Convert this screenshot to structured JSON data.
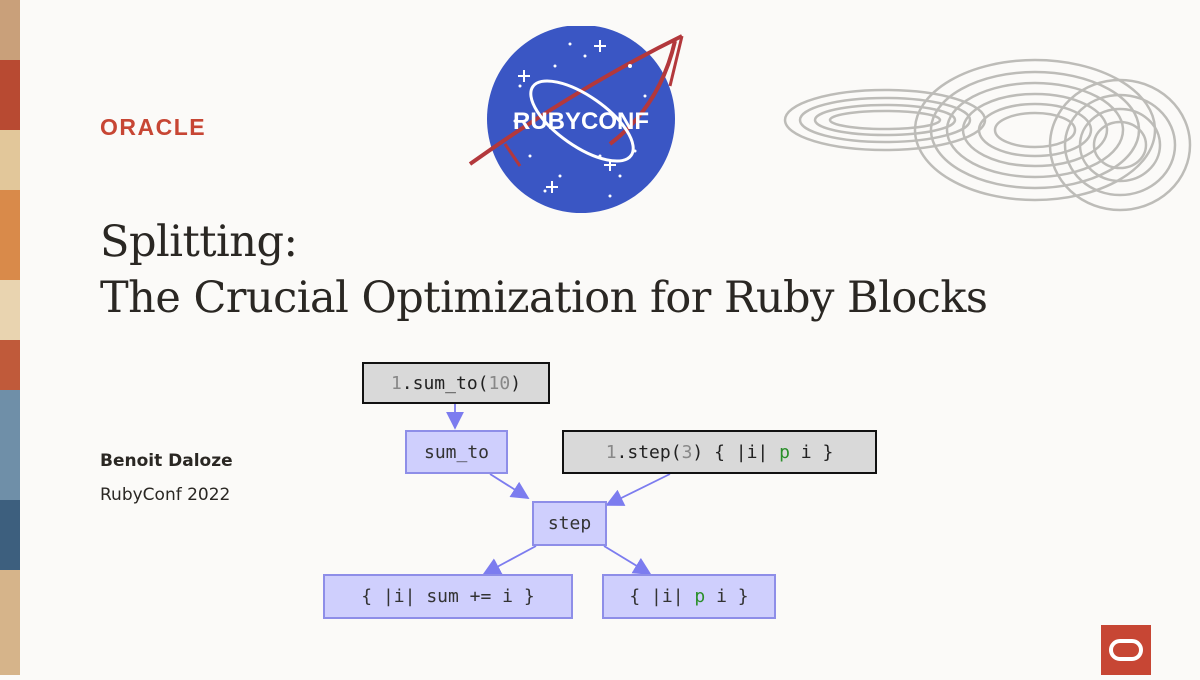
{
  "slide": {
    "brand": "ORACLE",
    "badge_text": "RUBYCONF",
    "title_line1": "Splitting:",
    "title_line2": "The Crucial Optimization for Ruby Blocks",
    "author": "Benoit Daloze",
    "event": "RubyConf 2022"
  },
  "diagram": {
    "call1": {
      "recv": "1",
      "meth": ".sum_to(",
      "arg": "10",
      "close": ")"
    },
    "sum_to": "sum_to",
    "call2": {
      "recv": "1",
      "meth": ".step(",
      "arg": "3",
      "mid": ") { |i| ",
      "kw": "p",
      "end": " i }"
    },
    "step": "step",
    "block1": "{ |i| sum += i }",
    "block2": {
      "pre": "{ |i| ",
      "kw": "p",
      "end": " i }"
    }
  },
  "colors": {
    "oracle_red": "#c74634",
    "badge_blue": "#3a56c4",
    "call_box_fill": "#d9d9d9",
    "node_fill": "#cfcffd",
    "node_border": "#8e8ee8",
    "keyword_green": "#2a8f2a"
  },
  "icons": [
    "rubyconf-badge-icon",
    "thumbprint-decoration-icon",
    "oracle-o-icon"
  ]
}
